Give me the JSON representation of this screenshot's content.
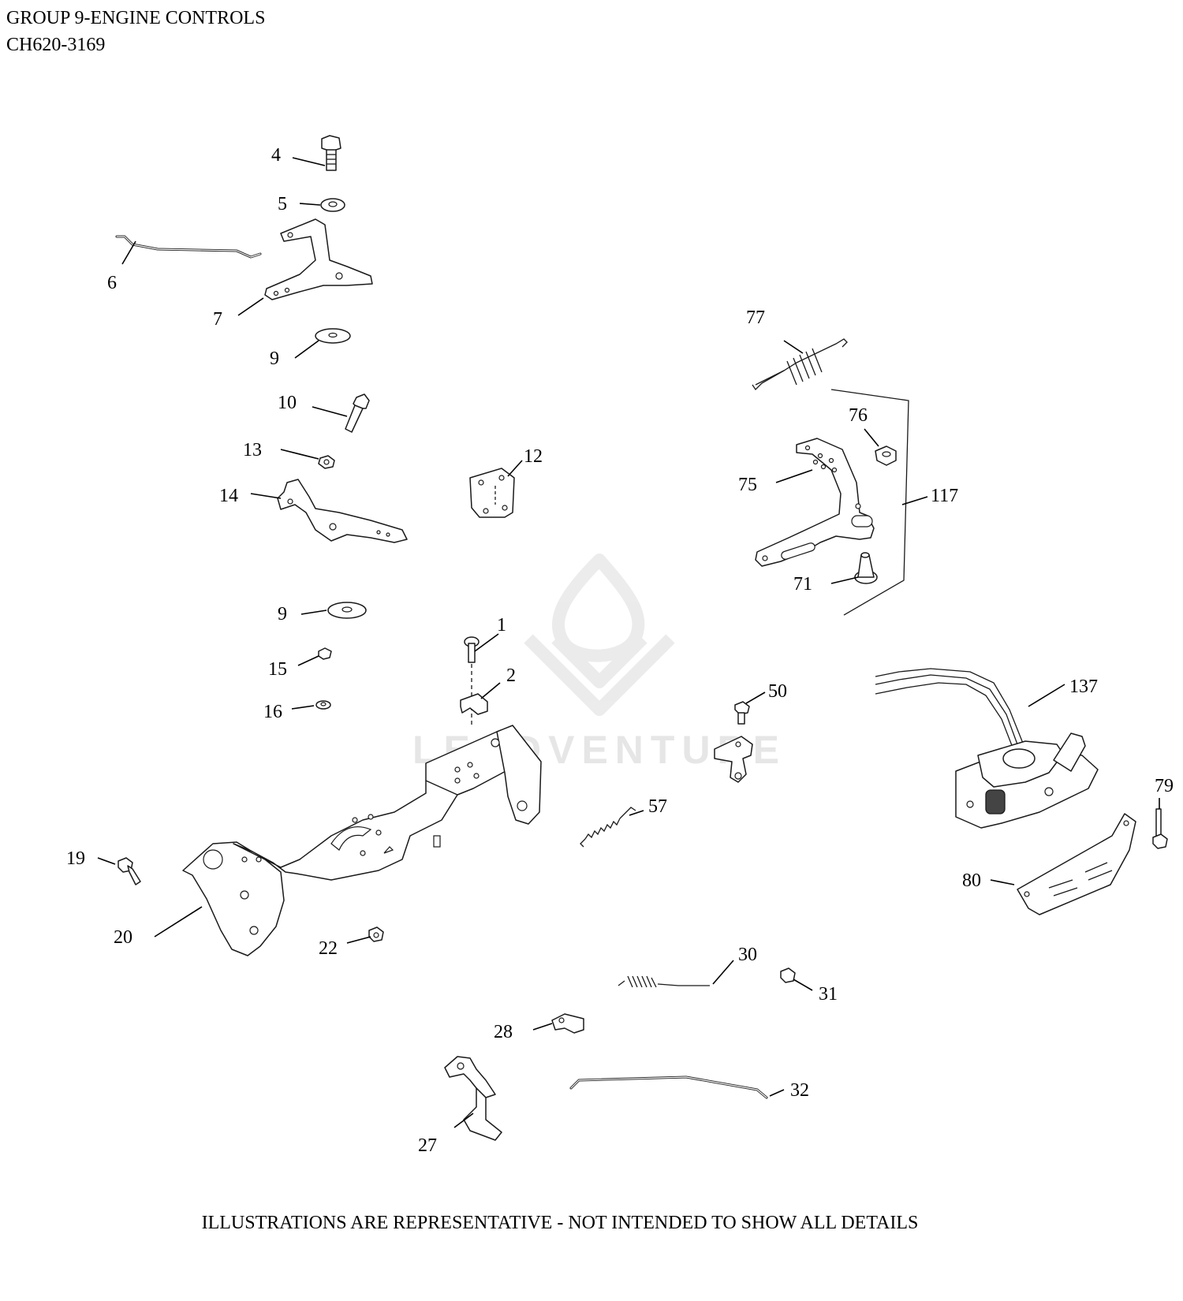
{
  "header": {
    "line1": "GROUP 9-ENGINE CONTROLS",
    "line2": "CH620-3169"
  },
  "footer": {
    "disclaimer": "ILLUSTRATIONS ARE REPRESENTATIVE - NOT INTENDED TO SHOW ALL DETAILS"
  },
  "watermark": {
    "text": "LEADVENTURE"
  },
  "callouts": [
    "1",
    "2",
    "4",
    "5",
    "6",
    "7",
    "9",
    "9",
    "10",
    "12",
    "13",
    "14",
    "15",
    "16",
    "19",
    "20",
    "22",
    "27",
    "28",
    "30",
    "31",
    "32",
    "50",
    "57",
    "71",
    "75",
    "76",
    "77",
    "79",
    "80",
    "117",
    "137"
  ]
}
